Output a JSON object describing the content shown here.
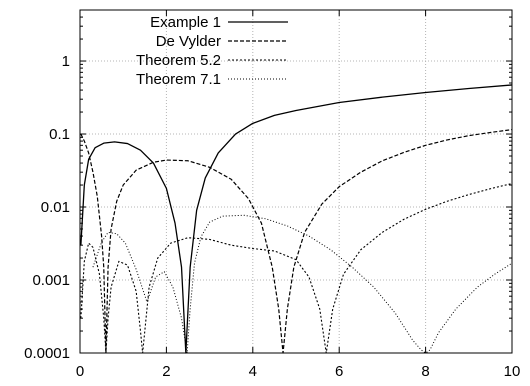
{
  "chart_data": {
    "type": "line",
    "title": "",
    "xlabel": "",
    "ylabel": "",
    "xlim": [
      0,
      10
    ],
    "ylim": [
      0.0001,
      5
    ],
    "yscale": "log",
    "grid": true,
    "legend_position": "top-left",
    "x_ticks": [
      0,
      2,
      4,
      6,
      8,
      10
    ],
    "x_tick_labels": [
      "0",
      "2",
      "4",
      "6",
      "8",
      "10"
    ],
    "y_ticks": [
      0.0001,
      0.001,
      0.01,
      0.1,
      1
    ],
    "y_tick_labels": [
      "0.0001",
      "0.001",
      "0.01",
      "0.1",
      "1"
    ],
    "series": [
      {
        "name": "Example 1",
        "style": "solid",
        "x": [
          0.02,
          0.1,
          0.2,
          0.35,
          0.55,
          0.8,
          1.1,
          1.4,
          1.7,
          2.0,
          2.2,
          2.35,
          2.45,
          2.55,
          2.7,
          2.9,
          3.2,
          3.6,
          4.0,
          4.5,
          5.0,
          6.0,
          7.0,
          8.0,
          9.0,
          10.0
        ],
        "y": [
          0.003,
          0.02,
          0.045,
          0.065,
          0.075,
          0.078,
          0.074,
          0.06,
          0.04,
          0.018,
          0.006,
          0.0015,
          0.0001,
          0.0015,
          0.009,
          0.025,
          0.055,
          0.1,
          0.14,
          0.18,
          0.21,
          0.27,
          0.32,
          0.37,
          0.42,
          0.47
        ]
      },
      {
        "name": "De Vylder",
        "style": "dashed",
        "x": [
          0.02,
          0.1,
          0.2,
          0.3,
          0.4,
          0.5,
          0.55,
          0.6,
          0.65,
          0.72,
          0.85,
          1.0,
          1.3,
          1.7,
          2.0,
          2.5,
          3.0,
          3.5,
          3.9,
          4.2,
          4.45,
          4.6,
          4.7,
          4.8,
          4.95,
          5.2,
          5.6,
          6.0,
          6.5,
          7.0,
          7.5,
          8.0,
          8.5,
          9.0,
          9.5,
          10.0
        ],
        "y": [
          0.1,
          0.08,
          0.055,
          0.03,
          0.014,
          0.004,
          0.0015,
          0.0001,
          0.0015,
          0.005,
          0.012,
          0.02,
          0.032,
          0.041,
          0.044,
          0.043,
          0.035,
          0.024,
          0.013,
          0.006,
          0.0015,
          0.0004,
          0.0001,
          0.0004,
          0.0015,
          0.0045,
          0.011,
          0.019,
          0.03,
          0.043,
          0.056,
          0.07,
          0.083,
          0.095,
          0.105,
          0.115
        ]
      },
      {
        "name": "Theorem 5.2",
        "style": "dotted",
        "x": [
          0.02,
          0.1,
          0.2,
          0.3,
          0.45,
          0.55,
          0.6,
          0.65,
          0.72,
          0.9,
          1.1,
          1.3,
          1.4,
          1.45,
          1.5,
          1.6,
          1.8,
          2.1,
          2.5,
          3.0,
          3.5,
          4.0,
          4.5,
          5.0,
          5.3,
          5.55,
          5.7,
          5.85,
          6.1,
          6.5,
          7.0,
          7.5,
          8.0,
          8.5,
          9.0,
          9.5,
          10.0
        ],
        "y": [
          0.0003,
          0.0018,
          0.0032,
          0.0028,
          0.0012,
          0.0003,
          0.0001,
          0.0003,
          0.0008,
          0.0018,
          0.0016,
          0.0007,
          0.0002,
          0.0001,
          0.0002,
          0.0008,
          0.002,
          0.0032,
          0.0038,
          0.0036,
          0.003,
          0.0027,
          0.0025,
          0.0019,
          0.0011,
          0.0004,
          0.0001,
          0.0004,
          0.0012,
          0.0026,
          0.0045,
          0.0068,
          0.0093,
          0.012,
          0.0148,
          0.0178,
          0.021
        ]
      },
      {
        "name": "Theorem 7.1",
        "style": "sparse-dotted",
        "x": [
          0.3,
          0.5,
          0.65,
          0.85,
          1.05,
          1.3,
          1.55,
          1.75,
          1.95,
          2.15,
          2.35,
          2.48,
          2.55,
          2.65,
          2.8,
          3.0,
          3.3,
          3.8,
          4.3,
          4.8,
          5.3,
          5.8,
          6.3,
          6.8,
          7.3,
          7.7,
          7.9,
          8.0,
          8.1,
          8.3,
          8.7,
          9.2,
          9.6,
          10.0
        ],
        "y": [
          0.0015,
          0.0033,
          0.0045,
          0.0043,
          0.0032,
          0.0014,
          0.0005,
          0.0011,
          0.0013,
          0.0008,
          0.0003,
          0.0001,
          0.0004,
          0.0017,
          0.0039,
          0.0062,
          0.0075,
          0.0077,
          0.0069,
          0.0055,
          0.004,
          0.0026,
          0.0015,
          0.0008,
          0.00035,
          0.00015,
          0.00011,
          0.0001,
          0.00011,
          0.00019,
          0.0004,
          0.0008,
          0.0012,
          0.0017
        ]
      }
    ]
  }
}
